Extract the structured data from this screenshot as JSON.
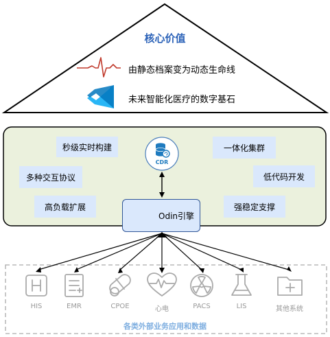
{
  "core": {
    "title": "核心价值",
    "values": [
      {
        "text": "由静态档案变为动态生命线",
        "icon": "ecg-wave-icon"
      },
      {
        "text": "未来智能化医疗的数字基石",
        "icon": "vscode-logo-icon"
      }
    ]
  },
  "platform": {
    "features_left": [
      "秒级实时构建",
      "多种交互协议",
      "高负载扩展"
    ],
    "features_right": [
      "一体化集群",
      "低代码开发",
      "强稳定支撑"
    ],
    "cdr_label": "CDR",
    "engine_label": "Odin引擎"
  },
  "external": {
    "systems": [
      {
        "label": "HIS",
        "icon": "hospital-icon"
      },
      {
        "label": "EMR",
        "icon": "medical-record-icon"
      },
      {
        "label": "CPOE",
        "icon": "pill-icon"
      },
      {
        "label": "心电",
        "icon": "heart-ecg-icon"
      },
      {
        "label": "PACS",
        "icon": "radiation-icon"
      },
      {
        "label": "LIS",
        "icon": "flask-icon"
      },
      {
        "label": "其他系统",
        "icon": "medical-folder-icon"
      }
    ],
    "footer": "各类外部业务应用和数据"
  },
  "colors": {
    "title": "#2b62b8",
    "platform_fill": "#ebf1dd",
    "platform_border": "#000000",
    "feature_fill": "#dae8fc",
    "engine_border": "#2f5597",
    "icon_gray": "#aaaaaa",
    "footer_text": "#7eaee0"
  }
}
